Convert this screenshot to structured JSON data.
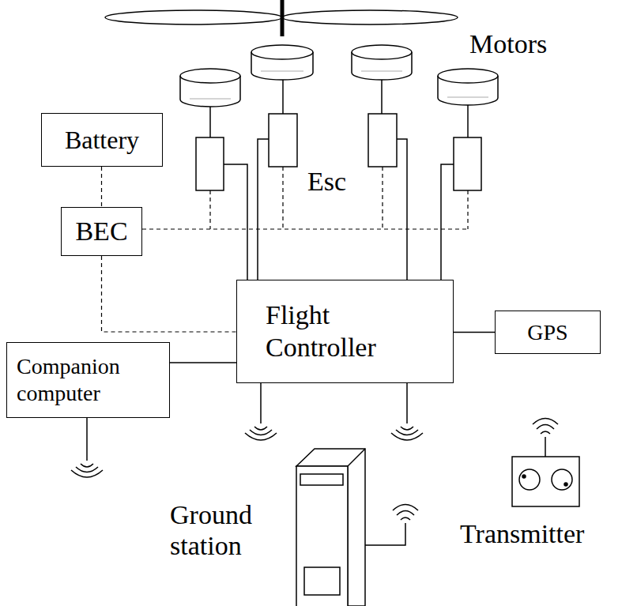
{
  "diagram": {
    "nodes": [
      {
        "text": [
          "Battery"
        ]
      },
      {
        "text": [
          "BEC"
        ]
      },
      {
        "text": [
          "Flight Controller"
        ]
      },
      {
        "text": [
          "GPS"
        ]
      },
      {
        "text": [
          "Companion computer"
        ]
      }
    ],
    "edges": [
      {
        "from": 0,
        "to": 1,
        "arrow": "none"
      },
      {
        "from": 1,
        "to": 2,
        "arrow": "none"
      },
      {
        "from": 4,
        "to": 2,
        "arrow": "none"
      },
      {
        "from": 2,
        "to": 3,
        "arrow": "none"
      }
    ],
    "labels": [
      "Motors",
      "Esc",
      "Ground station",
      "Transmitter"
    ]
  }
}
